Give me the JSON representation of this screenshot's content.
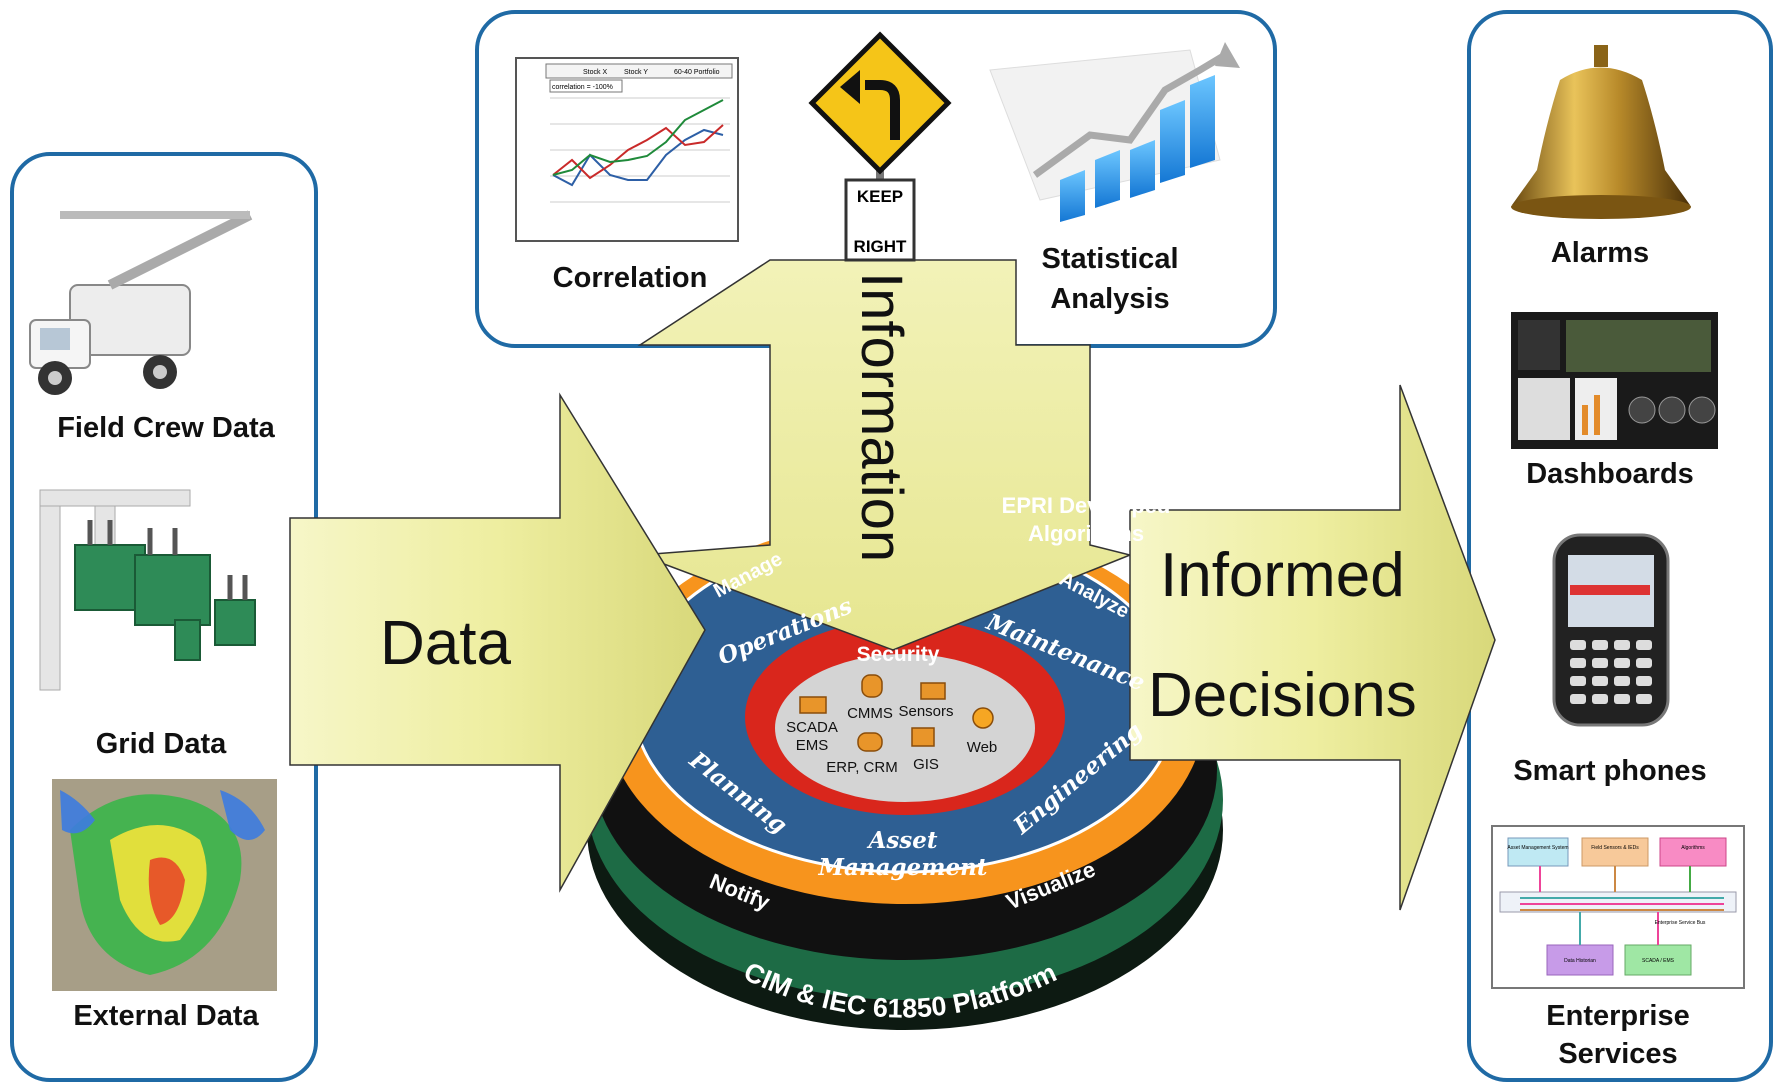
{
  "left_panel": {
    "items": [
      {
        "label": "Field Crew Data",
        "icon": "bucket-truck-icon"
      },
      {
        "label": "Grid Data",
        "icon": "substation-icon"
      },
      {
        "label": "External Data",
        "icon": "weather-radar-icon"
      }
    ]
  },
  "top_panel": {
    "correlation_label": "Correlation",
    "statistical_label_line1": "Statistical",
    "statistical_label_line2": "Analysis",
    "chart_legend": [
      "Stock X",
      "Stock Y",
      "60-40 Portfolio"
    ],
    "chart_note": "correlation = -100%",
    "sign_text_1": "KEEP",
    "sign_text_2": "RIGHT"
  },
  "right_panel": {
    "items": [
      {
        "label": "Alarms",
        "icon": "bell-icon"
      },
      {
        "label": "Dashboards",
        "icon": "dashboard-screen-icon"
      },
      {
        "label": "Smart phones",
        "icon": "smartphone-icon"
      },
      {
        "label_line1": "Enterprise",
        "label_line2": "Services",
        "icon": "enterprise-bus-icon"
      }
    ],
    "bus_boxes": [
      "Asset Management System",
      "Field Sensors & IEDs",
      "Algorithms",
      "Data Historian",
      "SCADA / EMS"
    ],
    "bus_label": "Enterprise Service Bus"
  },
  "arrows": {
    "data": "Data",
    "information": "Information",
    "decisions_line1": "Informed",
    "decisions_line2": "Decisions"
  },
  "platform": {
    "base": "CIM & IEC 61850 Platform",
    "orange_top": "EPRI Developed",
    "orange_top2": "Algorithms",
    "orange_ring": [
      "Manage",
      "Analyze",
      "Notify",
      "Visualize"
    ],
    "blue_ring": [
      "Operations",
      "Maintenance",
      "Planning",
      "Engineering",
      "Asset",
      "Management"
    ],
    "security": "Security",
    "core": [
      "SCADA",
      "EMS",
      "CMMS",
      "Sensors",
      "Web",
      "ERP, CRM",
      "GIS"
    ]
  },
  "colors": {
    "panel_border": "#1f6aa5",
    "arrow_fill": "#f3f3b0",
    "orange": "#f7941d",
    "blue": "#2e5f93",
    "red": "#d9261c",
    "green": "#2e8b57",
    "black": "#111111"
  }
}
